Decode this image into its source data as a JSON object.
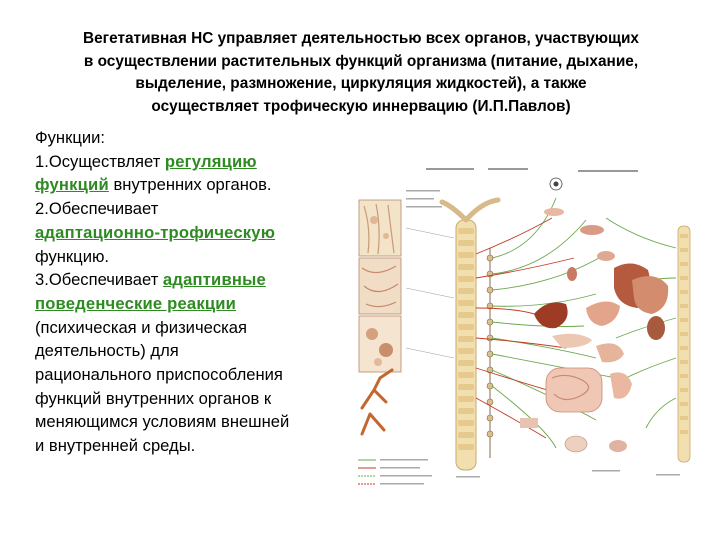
{
  "slide": {
    "title_lines": [
      "Вегетативная НС управляет деятельностью всех органов, участвующих",
      "в осуществлении растительных функций организма (питание, дыхание,",
      "выделение, размножение, циркуляция жидкостей), а также",
      "осуществляет трофическую иннервацию (И.П.Павлов)"
    ],
    "functions": {
      "heading": "Функции:",
      "item1_prefix": "1.Осуществляет ",
      "item1_hl1": "регуляцию",
      "item1_hl2": "функций",
      "item1_rest": " внутренних органов.",
      "item2_prefix": "2.Обеспечивает",
      "item2_hl": "адаптационно-трофическую",
      "item2_rest": "функцию.",
      "item3_prefix": "3.Обеспечивает ",
      "item3_hl1": "адаптивные",
      "item3_hl2": "поведенческие реакции",
      "item3_lines": [
        "(психическая и физическая",
        "деятельность) для",
        "рационального приспособления",
        "функций внутренних органов к",
        "меняющимся условиям внешней",
        "и внутренней среды."
      ]
    },
    "colors": {
      "highlight": "#2e8b22",
      "spine": "#f2dfb0",
      "organ": "#c46a4a",
      "nerve_green": "#6aa84f",
      "nerve_red": "#c23b22"
    },
    "figure": {
      "icon": "autonomic-nervous-system-diagram"
    }
  }
}
